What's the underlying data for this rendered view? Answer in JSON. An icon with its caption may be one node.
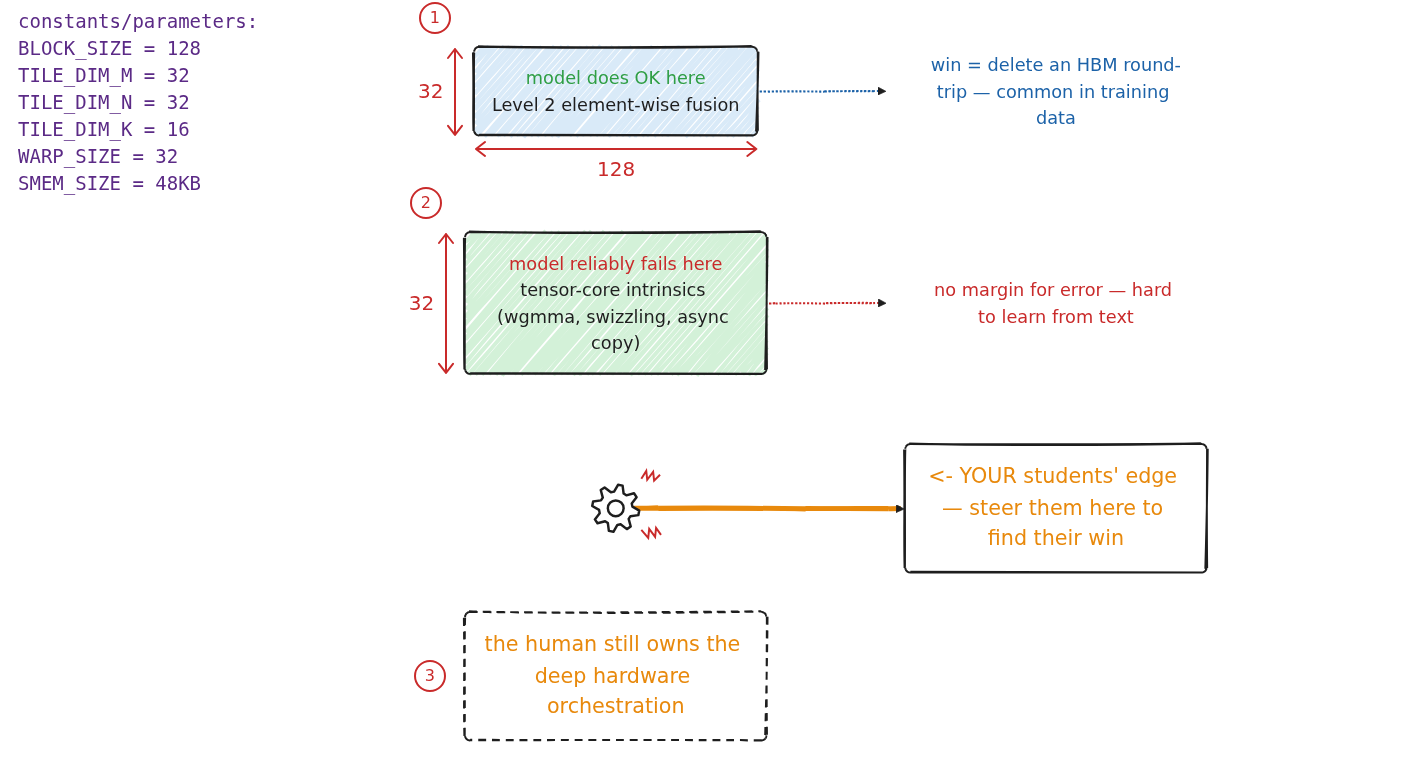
{
  "diagram": {
    "nodes": [
      {
        "text": [
          "model does OK here",
          "Level 2 element-wise fusion"
        ]
      },
      {
        "text": [
          "win = delete an HBM round-trip — common in training data"
        ]
      },
      {
        "text": [
          "model reliably fails here",
          "tensor-core intrinsics (wgmma, swizzling, async copy)"
        ]
      },
      {
        "text": [
          "no margin for error — hard to learn from text"
        ]
      },
      {
        "text": [],
        "shape": "picture"
      },
      {
        "text": [
          "<- YOUR students' edge — steer them here to find their win"
        ]
      },
      {
        "text": [
          "the human still owns the deep hardware orchestration"
        ]
      }
    ],
    "edges": [
      {
        "from": 0,
        "to": 1,
        "arrow": "to",
        "style": "dashed",
        "color": "#1c62a8"
      },
      {
        "from": 2,
        "to": 3,
        "arrow": "to",
        "style": "dashed",
        "color": "#c92a2a"
      },
      {
        "from": 4,
        "to": 5,
        "arrow": "to",
        "style": "thick",
        "color": "#e8890c"
      }
    ],
    "labels": [
      "constants/parameters:",
      "BLOCK_SIZE = 128",
      "TILE_DIM_M = 32",
      "TILE_DIM_N = 32",
      "TILE_DIM_K = 16",
      "WARP_SIZE = 32",
      "SMEM_SIZE = 48KB",
      "1",
      "32",
      "128",
      "2",
      "32",
      "3"
    ]
  }
}
